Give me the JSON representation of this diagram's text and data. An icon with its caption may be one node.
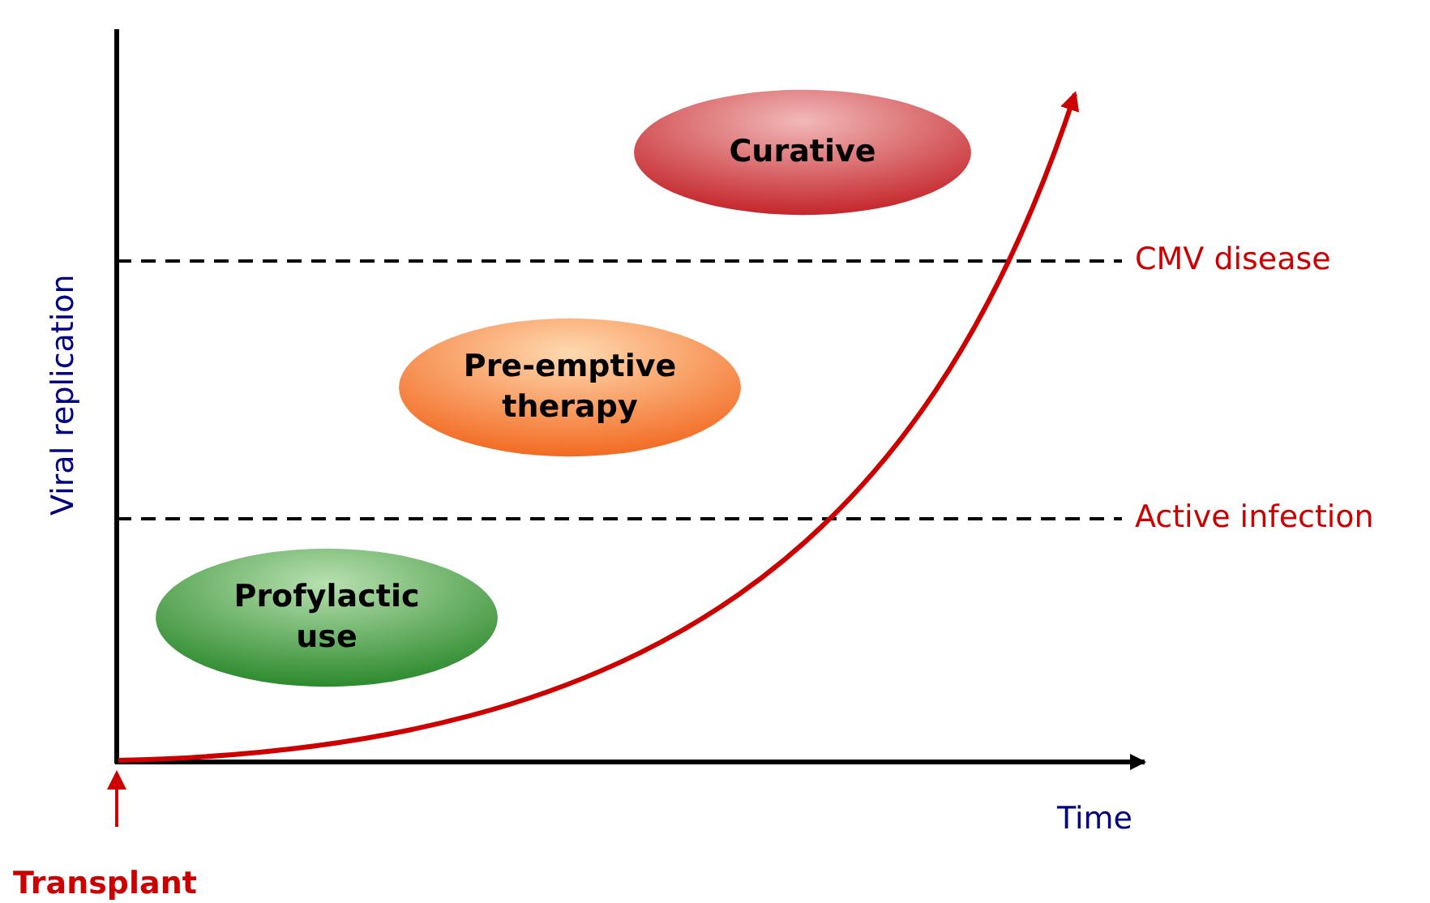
{
  "diagram": {
    "nodes": [
      {
        "text": [
          "Curative"
        ]
      },
      {
        "text": [
          "Pre-emptive therapy"
        ]
      },
      {
        "text": [
          "Profylactic use"
        ]
      }
    ],
    "labels": [
      "CMV disease",
      "Viral replication",
      "Active infection",
      "Time",
      "Transplant"
    ]
  }
}
